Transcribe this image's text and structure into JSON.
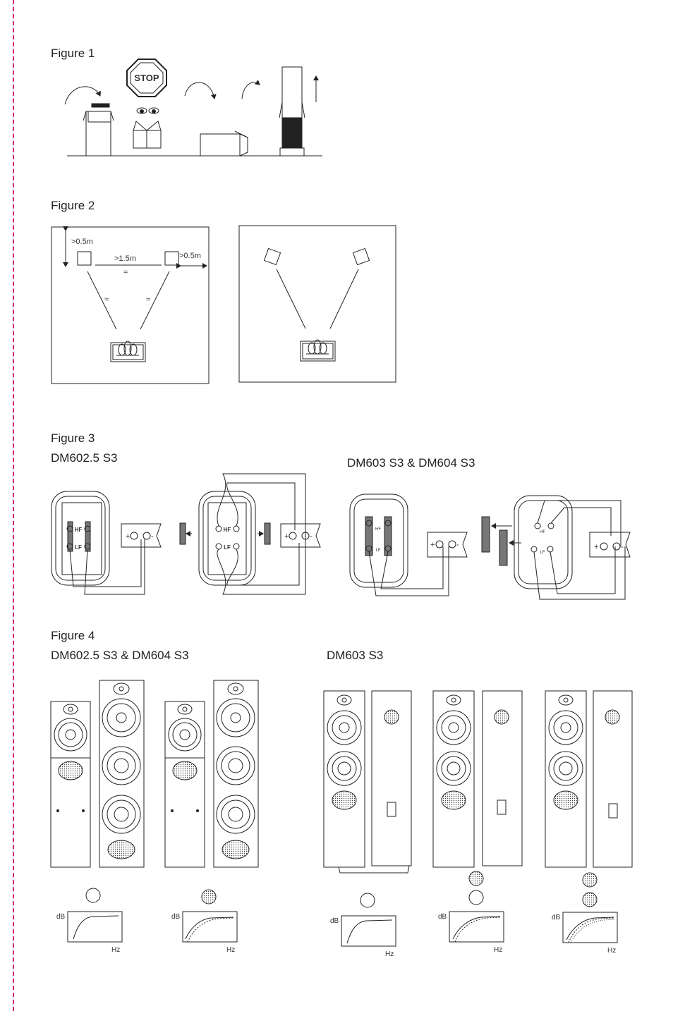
{
  "figure1": {
    "caption": "Figure 1",
    "stop_sign": "STOP"
  },
  "figure2": {
    "caption": "Figure 2",
    "dist_wall": ">0.5m",
    "dist_between": ">1.5m",
    "dist_side": ">0.5m",
    "approx": "≈"
  },
  "figure3": {
    "caption": "Figure 3",
    "model_a": "DM602.5 S3",
    "model_b": "DM603 S3 & DM604 S3",
    "hf": "HF",
    "lf": "LF",
    "plus": "+",
    "minus": "-"
  },
  "figure4": {
    "caption": "Figure 4",
    "model_a": "DM602.5 S3 & DM604 S3",
    "model_b": "DM603 S3",
    "axis_y": "dB",
    "axis_x": "Hz"
  },
  "colors": {
    "cut_line": "#d0267a",
    "ink": "#222222"
  }
}
